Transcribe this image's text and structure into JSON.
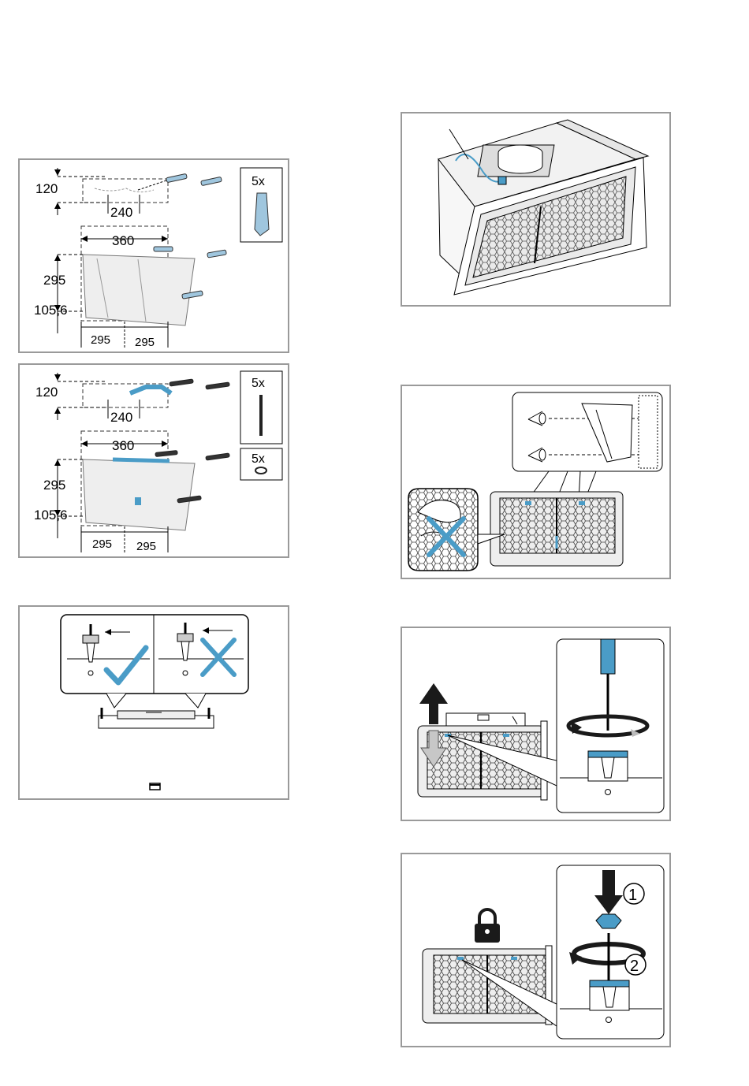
{
  "panel_a": {
    "dim_120": "120",
    "dim_240": "240",
    "dim_360": "360",
    "dim_295_v": "295",
    "dim_105": "105,6",
    "dim_295_h1": "295",
    "dim_295_h2": "295",
    "qty": "5x"
  },
  "panel_b": {
    "dim_120": "120",
    "dim_240": "240",
    "dim_360": "360",
    "dim_295_v": "295",
    "dim_105": "105,6",
    "dim_295_h1": "295",
    "dim_295_h2": "295",
    "qty_screw": "5x",
    "qty_washer": "5x"
  },
  "panel_g": {
    "step_1": "1",
    "step_2": "2"
  },
  "colors": {
    "accent": "#4a9cc7",
    "frame": "#9a9a9a",
    "dark": "#1a1a1a"
  }
}
